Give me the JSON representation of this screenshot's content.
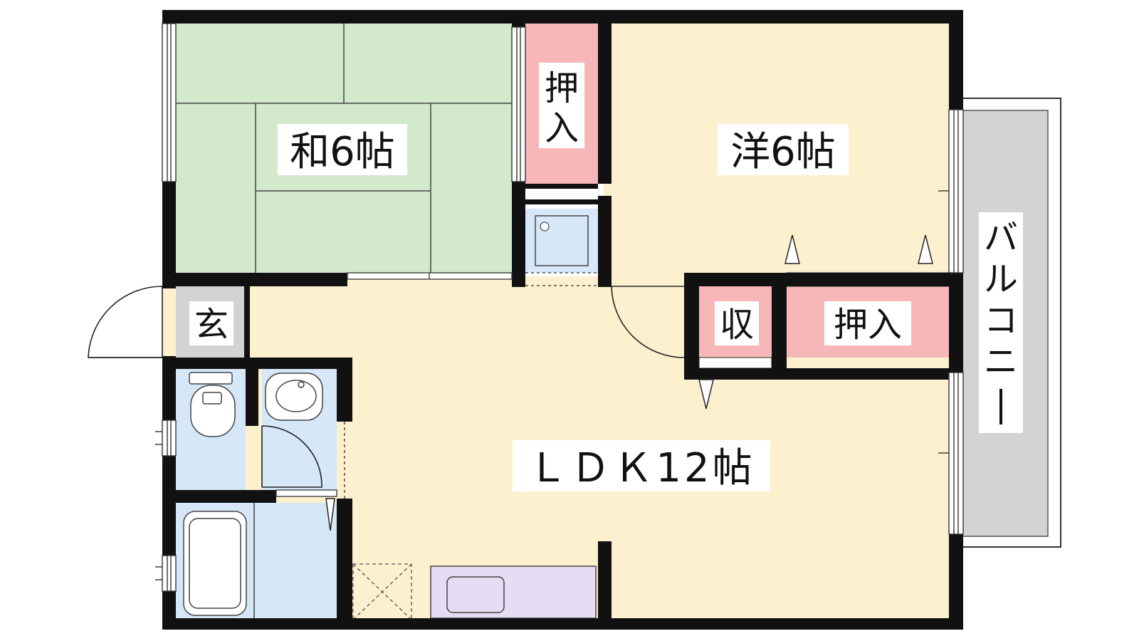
{
  "rooms": {
    "washitsu": {
      "label": "和6帖"
    },
    "youshitsu": {
      "label": "洋6帖"
    },
    "ldk": {
      "label": "ＬＤＫ12帖"
    },
    "oshiire_top": {
      "label_1": "押",
      "label_2": "入"
    },
    "oshiire_right": {
      "label": "押入"
    },
    "shuno": {
      "label": "収"
    },
    "genkan": {
      "label": "玄"
    },
    "balcony": {
      "chars": [
        "バ",
        "ル",
        "コ",
        "ニ",
        "ー"
      ]
    }
  },
  "colors": {
    "tatami": "#d3e9cc",
    "wood_floor": "#fdf0cf",
    "closet": "#f7b7b8",
    "wet_area": "#d6e8f8",
    "kitchen": "#e6dcf3",
    "entrance": "#d3d3d3",
    "balcony": "#d3d3d3",
    "wall": "#111111"
  }
}
